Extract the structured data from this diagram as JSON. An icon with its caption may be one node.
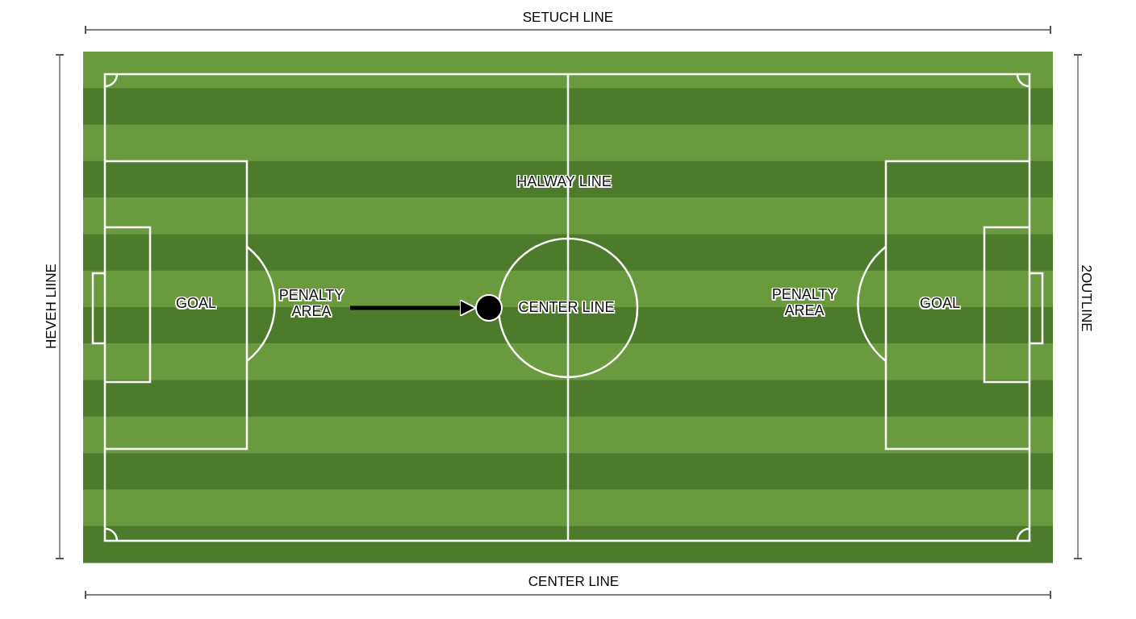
{
  "diagram": {
    "nodes": [
      {
        "text": [
          "PENALTY AREA"
        ]
      },
      {
        "text": [],
        "shape": "circle"
      }
    ],
    "edges": [
      {
        "from": 0,
        "to": 1,
        "arrow": "to"
      }
    ],
    "labels": [
      "SETUCH LINE",
      "HEVEH LIINE",
      "2OUTLINE",
      "HALWAY LINE",
      "GOAL",
      "CENTER LINE",
      "PENALTY AREA",
      "GOAL",
      "CENTER LINE"
    ]
  }
}
